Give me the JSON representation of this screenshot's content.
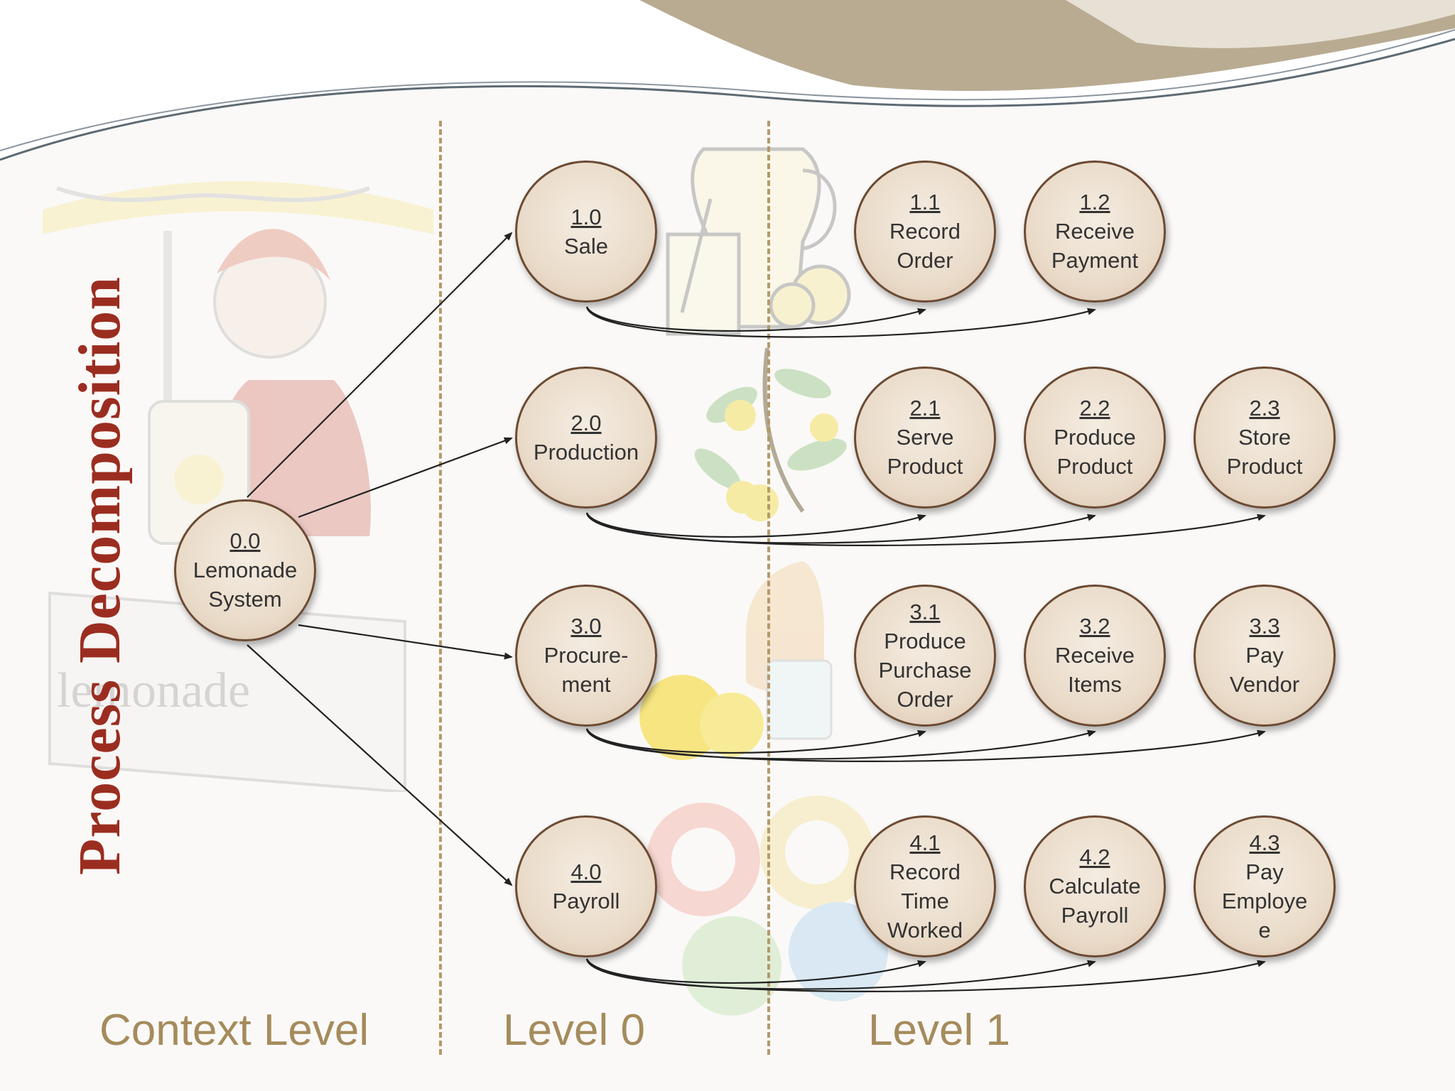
{
  "slide_title": "Process Decomposition",
  "levels": {
    "context": "Context Level",
    "level0": "Level 0",
    "level1": "Level 1"
  },
  "colors": {
    "title": "#9b2d20",
    "level_label": "#a58b5c",
    "bubble_border": "#6b4a33",
    "divider": "#b39a6a"
  },
  "processes": {
    "p0_0": {
      "id": "0.0",
      "label": "Lemonade\nSystem"
    },
    "p1_0": {
      "id": "1.0",
      "label": "Sale"
    },
    "p2_0": {
      "id": "2.0",
      "label": "Production"
    },
    "p3_0": {
      "id": "3.0",
      "label": "Procure-\nment"
    },
    "p4_0": {
      "id": "4.0",
      "label": "Payroll"
    },
    "p1_1": {
      "id": "1.1",
      "label": "Record\nOrder"
    },
    "p1_2": {
      "id": "1.2",
      "label": "Receive\nPayment"
    },
    "p2_1": {
      "id": "2.1",
      "label": "Serve\nProduct"
    },
    "p2_2": {
      "id": "2.2",
      "label": "Produce\nProduct"
    },
    "p2_3": {
      "id": "2.3",
      "label": "Store\nProduct"
    },
    "p3_1": {
      "id": "3.1",
      "label": "Produce\nPurchase\nOrder"
    },
    "p3_2": {
      "id": "3.2",
      "label": "Receive\nItems"
    },
    "p3_3": {
      "id": "3.3",
      "label": "Pay\nVendor"
    },
    "p4_1": {
      "id": "4.1",
      "label": "Record\nTime\nWorked"
    },
    "p4_2": {
      "id": "4.2",
      "label": "Calculate\nPayroll"
    },
    "p4_3": {
      "id": "4.3",
      "label": "Pay\nEmploye\ne"
    }
  },
  "flows": [
    [
      "0.0",
      "1.0"
    ],
    [
      "0.0",
      "2.0"
    ],
    [
      "0.0",
      "3.0"
    ],
    [
      "0.0",
      "4.0"
    ],
    [
      "1.0",
      "1.1"
    ],
    [
      "1.0",
      "1.2"
    ],
    [
      "2.0",
      "2.1"
    ],
    [
      "2.0",
      "2.2"
    ],
    [
      "2.0",
      "2.3"
    ],
    [
      "3.0",
      "3.1"
    ],
    [
      "3.0",
      "3.2"
    ],
    [
      "3.0",
      "3.3"
    ],
    [
      "4.0",
      "4.1"
    ],
    [
      "4.0",
      "4.2"
    ],
    [
      "4.0",
      "4.3"
    ]
  ]
}
